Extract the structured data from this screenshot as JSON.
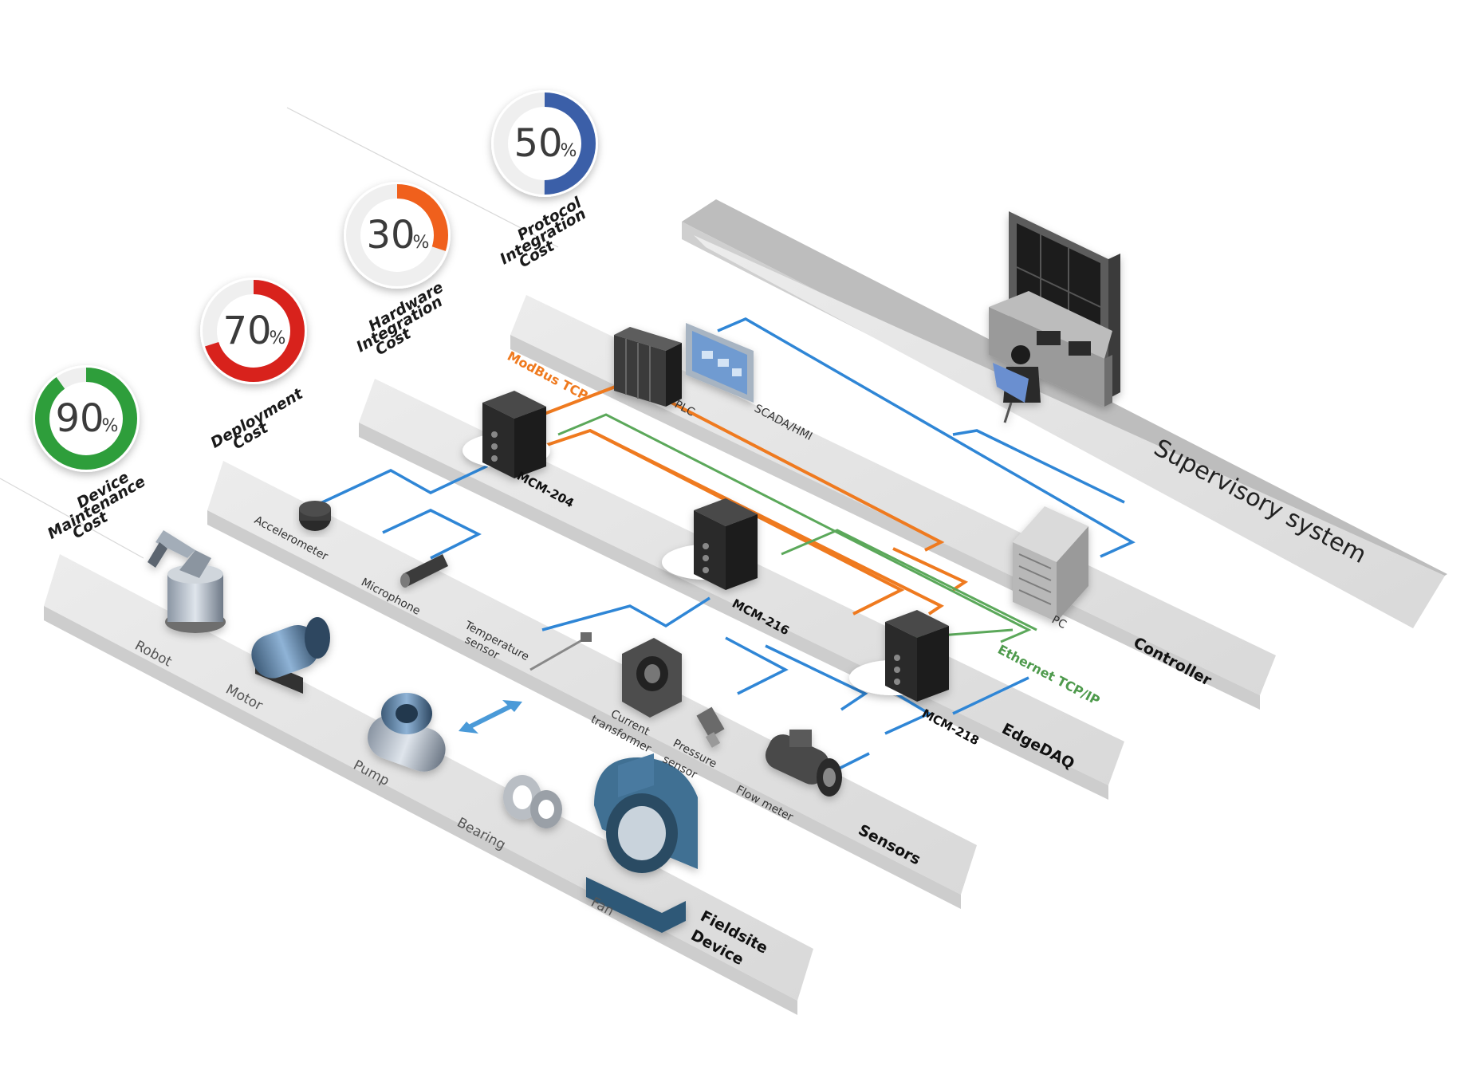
{
  "costs": [
    {
      "percent": 90,
      "value_text": "90",
      "unit": "%",
      "label_lines": [
        "Device",
        "Maintenance",
        "Cost"
      ],
      "color": "#2e9e3a"
    },
    {
      "percent": 70,
      "value_text": "70",
      "unit": "%",
      "label_lines": [
        "Deployment",
        "Cost"
      ],
      "color": "#d8201f"
    },
    {
      "percent": 30,
      "value_text": "30",
      "unit": "%",
      "label_lines": [
        "Hardware",
        "Integration",
        "Cost"
      ],
      "color": "#f0611c"
    },
    {
      "percent": 50,
      "value_text": "50",
      "unit": "%",
      "label_lines": [
        "Protocol",
        "Integration",
        "Cost"
      ],
      "color": "#3a5fa8"
    }
  ],
  "layers": {
    "fieldsite": [
      "Fieldsite",
      "Device"
    ],
    "sensors": "Sensors",
    "edgedaq": "EdgeDAQ",
    "controller": "Controller",
    "supervisory": "Supervisory system"
  },
  "fieldsite_devices": [
    "Robot",
    "Motor",
    "Pump",
    "Bearing",
    "Fan"
  ],
  "sensors": {
    "accelerometer": "Accelerometer",
    "microphone": "Microphone",
    "temperature": [
      "Temperature",
      "sensor"
    ],
    "current": [
      "Current",
      "transformer"
    ],
    "pressure": [
      "Pressure",
      "sensor"
    ],
    "flowmeter": "Flow meter"
  },
  "edgedaq_modules": [
    "MCM-204",
    "MCM-216",
    "MCM-218"
  ],
  "controller": {
    "plc": "PLC",
    "scada": "SCADA/HMI",
    "pc": "PC"
  },
  "protocols": {
    "modbus": "ModBus TCP",
    "ethernet": "Ethernet TCP/IP"
  },
  "colors": {
    "panel": "#e3e3e3",
    "sensor_link": "#2f86d6",
    "modbus": "#ef7a1f",
    "ethernet": "#5ba85a",
    "device_dark": "#2a2a2a"
  }
}
